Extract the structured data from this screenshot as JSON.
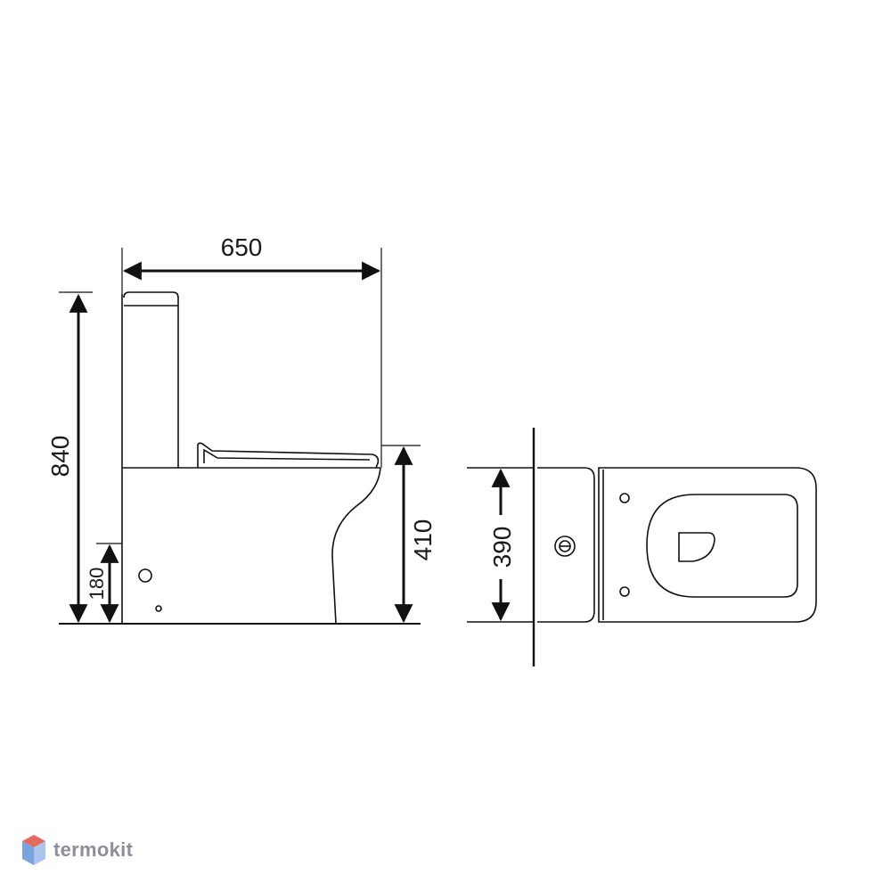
{
  "dimensions": {
    "overall_depth": "650",
    "overall_height": "840",
    "outlet_height": "180",
    "seat_height": "410",
    "width": "390"
  },
  "branding": {
    "logo_text": "termokit"
  },
  "colors": {
    "line": "#111111",
    "logo_gray": "#8a8f99",
    "logo_blue": "#5b8ed6",
    "logo_red": "#e46a5e"
  }
}
